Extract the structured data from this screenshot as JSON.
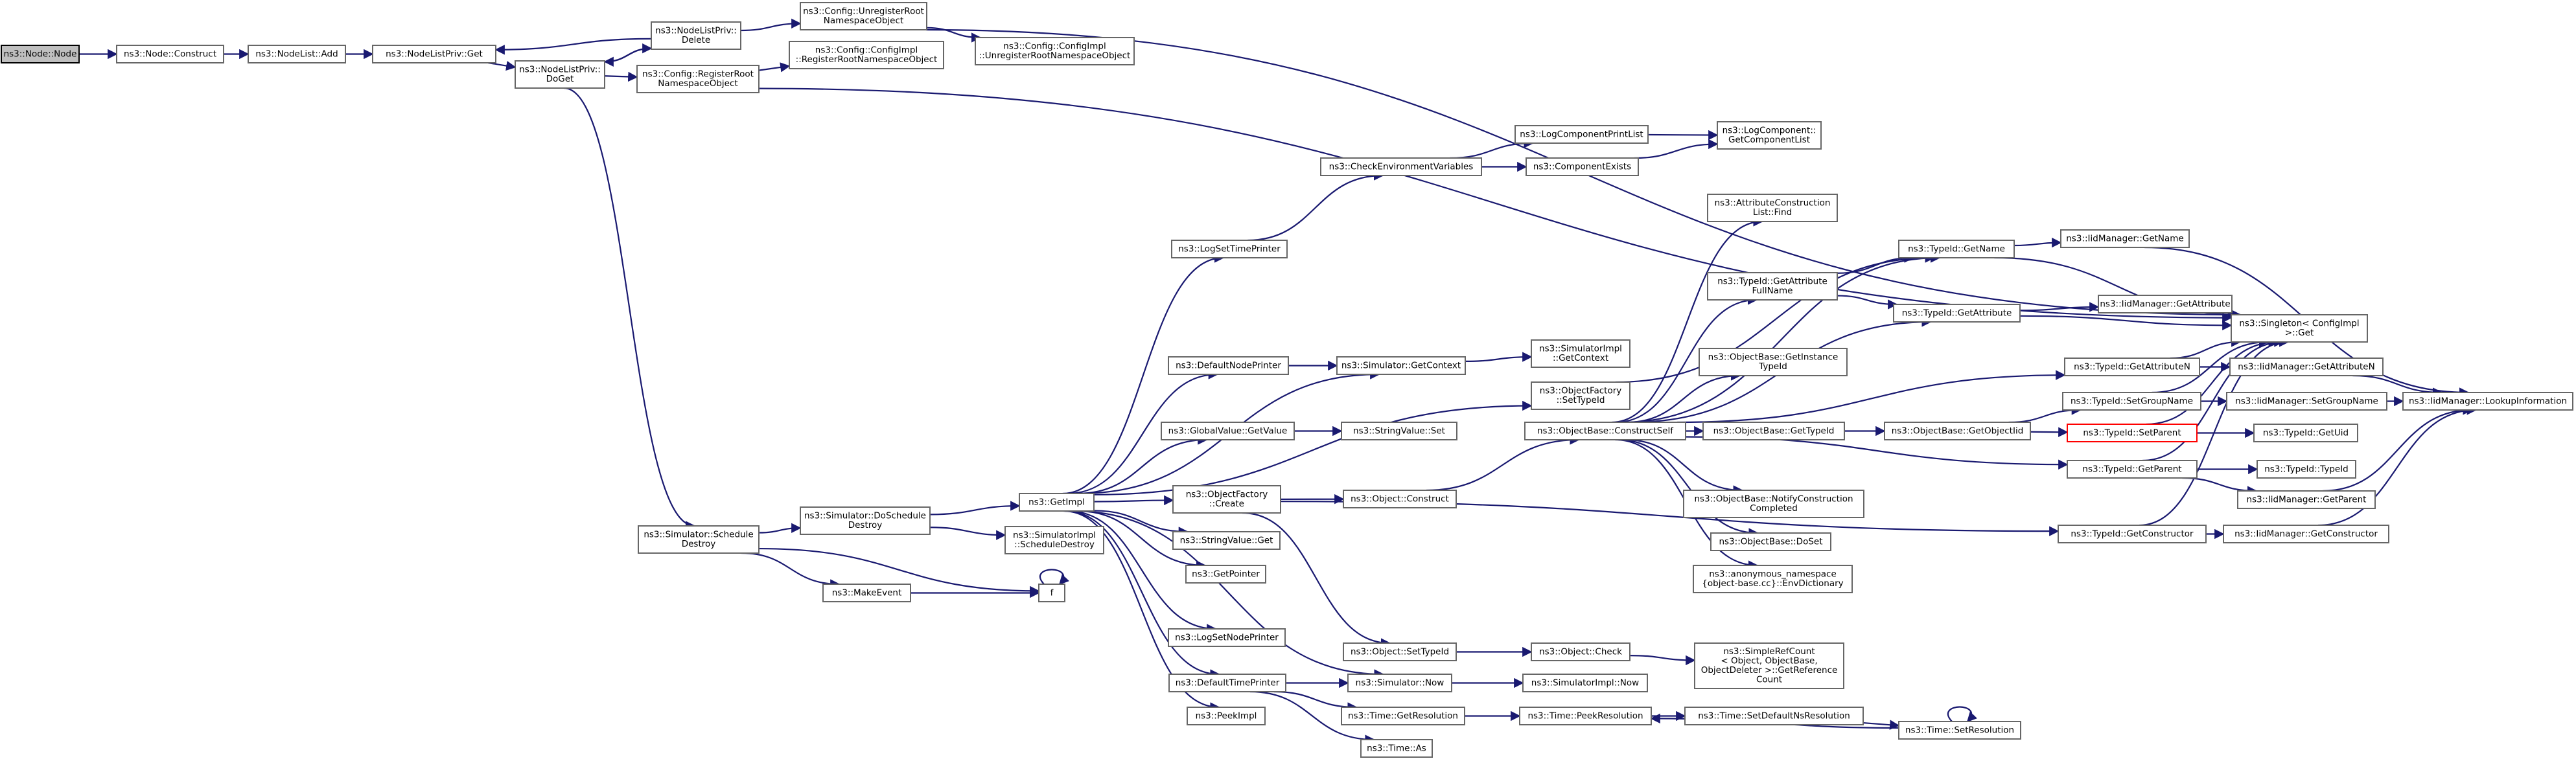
{
  "title": "",
  "nodes": [
    {
      "id": "node_ctor",
      "lines": [
        "ns3::Node::Node"
      ],
      "style": "root"
    },
    {
      "id": "construct",
      "lines": [
        "ns3::Node::Construct"
      ]
    },
    {
      "id": "nodelist_add",
      "lines": [
        "ns3::NodeList::Add"
      ]
    },
    {
      "id": "nlp_get",
      "lines": [
        "ns3::NodeListPriv::Get"
      ]
    },
    {
      "id": "nlp_delete",
      "lines": [
        "ns3::NodeListPriv::",
        "Delete"
      ]
    },
    {
      "id": "nlp_doget",
      "lines": [
        "ns3::NodeListPriv::",
        "DoGet"
      ]
    },
    {
      "id": "cfg_unreg",
      "lines": [
        "ns3::Config::UnregisterRoot",
        "NamespaceObject"
      ]
    },
    {
      "id": "cfgimpl_unreg",
      "lines": [
        "ns3::Config::ConfigImpl",
        "::UnregisterRootNamespaceObject"
      ]
    },
    {
      "id": "cfg_reg",
      "lines": [
        "ns3::Config::RegisterRoot",
        "NamespaceObject"
      ]
    },
    {
      "id": "cfgimpl_reg",
      "lines": [
        "ns3::Config::ConfigImpl",
        "::RegisterRootNamespaceObject"
      ]
    },
    {
      "id": "sched_destroy",
      "lines": [
        "ns3::Simulator::Schedule",
        "Destroy"
      ]
    },
    {
      "id": "do_sched_destroy",
      "lines": [
        "ns3::Simulator::DoSchedule",
        "Destroy"
      ]
    },
    {
      "id": "make_event",
      "lines": [
        "ns3::MakeEvent"
      ]
    },
    {
      "id": "f",
      "lines": [
        "f"
      ]
    },
    {
      "id": "get_impl",
      "lines": [
        "ns3::GetImpl"
      ]
    },
    {
      "id": "simimpl_sched_destroy",
      "lines": [
        "ns3::SimulatorImpl",
        "::ScheduleDestroy"
      ]
    },
    {
      "id": "log_set_time_printer",
      "lines": [
        "ns3::LogSetTimePrinter"
      ]
    },
    {
      "id": "default_node_printer",
      "lines": [
        "ns3::DefaultNodePrinter"
      ]
    },
    {
      "id": "gv_getvalue",
      "lines": [
        "ns3::GlobalValue::GetValue"
      ]
    },
    {
      "id": "of_create",
      "lines": [
        "ns3::ObjectFactory",
        "::Create"
      ]
    },
    {
      "id": "stringvalue_get",
      "lines": [
        "ns3::StringValue::Get"
      ]
    },
    {
      "id": "get_pointer",
      "lines": [
        "ns3::GetPointer"
      ]
    },
    {
      "id": "log_set_node_printer",
      "lines": [
        "ns3::LogSetNodePrinter"
      ]
    },
    {
      "id": "default_time_printer",
      "lines": [
        "ns3::DefaultTimePrinter"
      ]
    },
    {
      "id": "peek_impl",
      "lines": [
        "ns3::PeekImpl"
      ]
    },
    {
      "id": "check_env",
      "lines": [
        "ns3::CheckEnvironmentVariables"
      ]
    },
    {
      "id": "sim_getcontext",
      "lines": [
        "ns3::Simulator::GetContext"
      ]
    },
    {
      "id": "stringvalue_set",
      "lines": [
        "ns3::StringValue::Set"
      ]
    },
    {
      "id": "obj_construct",
      "lines": [
        "ns3::Object::Construct"
      ]
    },
    {
      "id": "obj_settypeid",
      "lines": [
        "ns3::Object::SetTypeId"
      ]
    },
    {
      "id": "sim_now",
      "lines": [
        "ns3::Simulator::Now"
      ]
    },
    {
      "id": "time_getres",
      "lines": [
        "ns3::Time::GetResolution"
      ]
    },
    {
      "id": "time_as",
      "lines": [
        "ns3::Time::As"
      ]
    },
    {
      "id": "log_comp_print_list",
      "lines": [
        "ns3::LogComponentPrintList"
      ]
    },
    {
      "id": "comp_exists",
      "lines": [
        "ns3::ComponentExists"
      ]
    },
    {
      "id": "log_comp_get_list",
      "lines": [
        "ns3::LogComponent::",
        "GetComponentList"
      ]
    },
    {
      "id": "simimpl_getcontext",
      "lines": [
        "ns3::SimulatorImpl",
        "::GetContext"
      ]
    },
    {
      "id": "of_settypeid",
      "lines": [
        "ns3::ObjectFactory",
        "::SetTypeId"
      ]
    },
    {
      "id": "ob_construct_self",
      "lines": [
        "ns3::ObjectBase::ConstructSelf"
      ]
    },
    {
      "id": "obj_check",
      "lines": [
        "ns3::Object::Check"
      ]
    },
    {
      "id": "simimpl_now",
      "lines": [
        "ns3::SimulatorImpl::Now"
      ]
    },
    {
      "id": "time_peekres",
      "lines": [
        "ns3::Time::PeekResolution"
      ]
    },
    {
      "id": "attr_construction_find",
      "lines": [
        "ns3::AttributeConstruction",
        "List::Find"
      ]
    },
    {
      "id": "typeid_getattr_fullname",
      "lines": [
        "ns3::TypeId::GetAttribute",
        "FullName"
      ]
    },
    {
      "id": "ob_getinstance_typeid",
      "lines": [
        "ns3::ObjectBase::GetInstance",
        "TypeId"
      ]
    },
    {
      "id": "ob_gettypeid",
      "lines": [
        "ns3::ObjectBase::GetTypeId"
      ]
    },
    {
      "id": "ob_notify",
      "lines": [
        "ns3::ObjectBase::NotifyConstruction",
        "Completed"
      ]
    },
    {
      "id": "ob_doset",
      "lines": [
        "ns3::ObjectBase::DoSet"
      ]
    },
    {
      "id": "anon_envdict",
      "lines": [
        "ns3::anonymous_namespace",
        "{object-base.cc}::EnvDictionary"
      ]
    },
    {
      "id": "simple_refcount",
      "lines": [
        "ns3::SimpleRefCount",
        "< Object, ObjectBase,",
        "ObjectDeleter >::GetReference",
        "Count"
      ]
    },
    {
      "id": "time_setdefault",
      "lines": [
        "ns3::Time::SetDefaultNsResolution"
      ]
    },
    {
      "id": "time_setres",
      "lines": [
        "ns3::Time::SetResolution"
      ]
    },
    {
      "id": "typeid_getname",
      "lines": [
        "ns3::TypeId::GetName"
      ]
    },
    {
      "id": "typeid_getattribute",
      "lines": [
        "ns3::TypeId::GetAttribute"
      ]
    },
    {
      "id": "ob_getobjectiid",
      "lines": [
        "ns3::ObjectBase::GetObjectIid"
      ]
    },
    {
      "id": "typeid_getattrn",
      "lines": [
        "ns3::TypeId::GetAttributeN"
      ]
    },
    {
      "id": "typeid_setgroupname",
      "lines": [
        "ns3::TypeId::SetGroupName"
      ]
    },
    {
      "id": "typeid_setparent",
      "lines": [
        "ns3::TypeId::SetParent"
      ],
      "style": "red"
    },
    {
      "id": "typeid_getparent",
      "lines": [
        "ns3::TypeId::GetParent"
      ]
    },
    {
      "id": "typeid_getconstructor",
      "lines": [
        "ns3::TypeId::GetConstructor"
      ]
    },
    {
      "id": "iid_getname",
      "lines": [
        "ns3::IidManager::GetName"
      ]
    },
    {
      "id": "iid_getattribute",
      "lines": [
        "ns3::IidManager::GetAttribute"
      ]
    },
    {
      "id": "singleton_get",
      "lines": [
        "ns3::Singleton< ConfigImpl",
        ">::Get"
      ]
    },
    {
      "id": "iid_getattrn",
      "lines": [
        "ns3::IidManager::GetAttributeN"
      ]
    },
    {
      "id": "iid_setgroupname",
      "lines": [
        "ns3::IidManager::SetGroupName"
      ]
    },
    {
      "id": "typeid_getuid",
      "lines": [
        "ns3::TypeId::GetUid"
      ]
    },
    {
      "id": "typeid_typeid",
      "lines": [
        "ns3::TypeId::TypeId"
      ]
    },
    {
      "id": "iid_getparent",
      "lines": [
        "ns3::IidManager::GetParent"
      ]
    },
    {
      "id": "iid_getconstructor",
      "lines": [
        "ns3::IidManager::GetConstructor"
      ]
    },
    {
      "id": "iid_lookup",
      "lines": [
        "ns3::IidManager::LookupInformation"
      ]
    }
  ],
  "edges": [
    [
      "node_ctor",
      "construct"
    ],
    [
      "construct",
      "nodelist_add"
    ],
    [
      "nodelist_add",
      "nlp_get"
    ],
    [
      "nlp_get",
      "nlp_doget"
    ],
    [
      "nlp_delete",
      "nlp_get"
    ],
    [
      "nlp_delete",
      "nlp_doget"
    ],
    [
      "nlp_doget",
      "nlp_delete"
    ],
    [
      "nlp_delete",
      "cfg_unreg"
    ],
    [
      "cfg_unreg",
      "cfgimpl_unreg"
    ],
    [
      "cfg_unreg",
      "singleton_get"
    ],
    [
      "nlp_doget",
      "cfg_reg"
    ],
    [
      "cfg_reg",
      "cfgimpl_reg"
    ],
    [
      "cfg_reg",
      "singleton_get"
    ],
    [
      "nlp_doget",
      "sched_destroy"
    ],
    [
      "sched_destroy",
      "do_sched_destroy"
    ],
    [
      "sched_destroy",
      "make_event"
    ],
    [
      "sched_destroy",
      "f"
    ],
    [
      "make_event",
      "f"
    ],
    [
      "f",
      "f"
    ],
    [
      "do_sched_destroy",
      "get_impl"
    ],
    [
      "do_sched_destroy",
      "simimpl_sched_destroy"
    ],
    [
      "get_impl",
      "log_set_time_printer"
    ],
    [
      "get_impl",
      "default_node_printer"
    ],
    [
      "get_impl",
      "gv_getvalue"
    ],
    [
      "get_impl",
      "of_create"
    ],
    [
      "get_impl",
      "stringvalue_get"
    ],
    [
      "get_impl",
      "get_pointer"
    ],
    [
      "get_impl",
      "log_set_node_printer"
    ],
    [
      "get_impl",
      "default_time_printer"
    ],
    [
      "get_impl",
      "peek_impl"
    ],
    [
      "get_impl",
      "sim_getcontext"
    ],
    [
      "get_impl",
      "of_settypeid"
    ],
    [
      "get_impl",
      "sim_now"
    ],
    [
      "log_set_time_printer",
      "check_env"
    ],
    [
      "check_env",
      "log_comp_print_list"
    ],
    [
      "check_env",
      "comp_exists"
    ],
    [
      "log_comp_print_list",
      "log_comp_get_list"
    ],
    [
      "comp_exists",
      "log_comp_get_list"
    ],
    [
      "default_node_printer",
      "sim_getcontext"
    ],
    [
      "sim_getcontext",
      "simimpl_getcontext"
    ],
    [
      "gv_getvalue",
      "stringvalue_set"
    ],
    [
      "of_create",
      "obj_construct"
    ],
    [
      "of_create",
      "obj_settypeid"
    ],
    [
      "of_create",
      "typeid_getconstructor"
    ],
    [
      "obj_construct",
      "ob_construct_self"
    ],
    [
      "obj_settypeid",
      "obj_check"
    ],
    [
      "obj_check",
      "simple_refcount"
    ],
    [
      "default_time_printer",
      "sim_now"
    ],
    [
      "default_time_printer",
      "time_getres"
    ],
    [
      "default_time_printer",
      "time_as"
    ],
    [
      "sim_now",
      "simimpl_now"
    ],
    [
      "time_getres",
      "time_peekres"
    ],
    [
      "time_peekres",
      "time_setdefault"
    ],
    [
      "time_setdefault",
      "time_setres"
    ],
    [
      "time_setres",
      "time_setres"
    ],
    [
      "time_setres",
      "time_peekres"
    ],
    [
      "of_settypeid",
      "typeid_getname"
    ],
    [
      "ob_construct_self",
      "attr_construction_find"
    ],
    [
      "ob_construct_self",
      "typeid_getattr_fullname"
    ],
    [
      "ob_construct_self",
      "ob_getinstance_typeid"
    ],
    [
      "ob_construct_self",
      "ob_gettypeid"
    ],
    [
      "ob_construct_self",
      "ob_notify"
    ],
    [
      "ob_construct_self",
      "ob_doset"
    ],
    [
      "ob_construct_self",
      "anon_envdict"
    ],
    [
      "ob_construct_self",
      "typeid_getname"
    ],
    [
      "ob_construct_self",
      "typeid_getattribute"
    ],
    [
      "ob_construct_self",
      "typeid_getattrn"
    ],
    [
      "ob_construct_self",
      "typeid_getparent"
    ],
    [
      "typeid_getattr_fullname",
      "typeid_getname"
    ],
    [
      "typeid_getattr_fullname",
      "typeid_getattribute"
    ],
    [
      "ob_gettypeid",
      "ob_getobjectiid"
    ],
    [
      "ob_getobjectiid",
      "typeid_setgroupname"
    ],
    [
      "ob_getobjectiid",
      "typeid_setparent"
    ],
    [
      "typeid_getname",
      "iid_getname"
    ],
    [
      "typeid_getname",
      "singleton_get"
    ],
    [
      "typeid_getattribute",
      "iid_getattribute"
    ],
    [
      "typeid_getattribute",
      "singleton_get"
    ],
    [
      "typeid_getattrn",
      "iid_getattrn"
    ],
    [
      "typeid_getattrn",
      "singleton_get"
    ],
    [
      "typeid_setgroupname",
      "iid_setgroupname"
    ],
    [
      "typeid_setgroupname",
      "singleton_get"
    ],
    [
      "typeid_setparent",
      "typeid_getuid"
    ],
    [
      "typeid_setparent",
      "singleton_get"
    ],
    [
      "typeid_getparent",
      "typeid_typeid"
    ],
    [
      "typeid_getparent",
      "iid_getparent"
    ],
    [
      "typeid_getparent",
      "singleton_get"
    ],
    [
      "typeid_getconstructor",
      "iid_getconstructor"
    ],
    [
      "typeid_getconstructor",
      "singleton_get"
    ],
    [
      "iid_getname",
      "iid_lookup"
    ],
    [
      "iid_getattrn",
      "iid_lookup"
    ],
    [
      "iid_setgroupname",
      "iid_lookup"
    ],
    [
      "iid_getparent",
      "iid_lookup"
    ],
    [
      "iid_getconstructor",
      "iid_lookup"
    ]
  ]
}
